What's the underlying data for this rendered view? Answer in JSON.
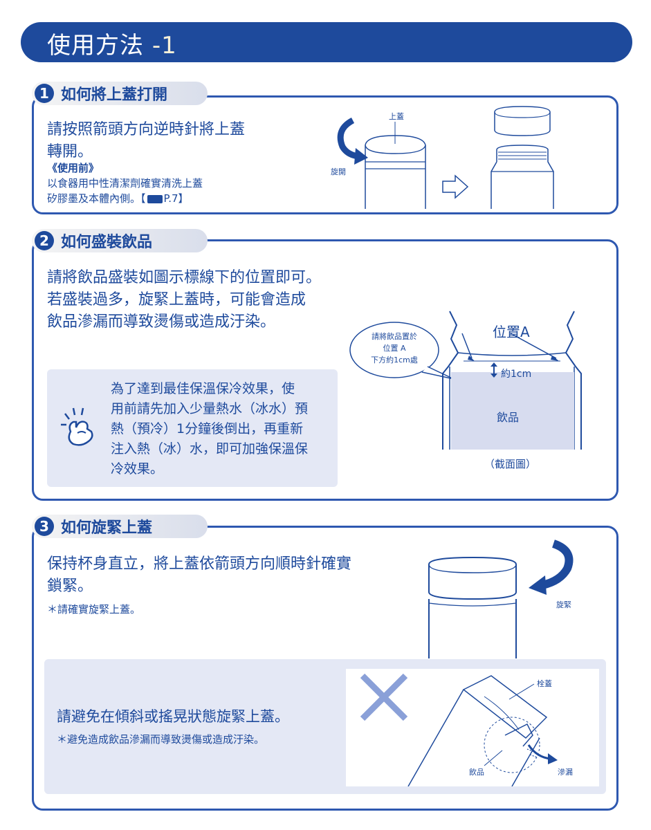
{
  "header": {
    "title": "使用方法",
    "suffix": "-1"
  },
  "section1": {
    "number": "1",
    "title": "如何將上蓋打開",
    "text_line1": "請按照箭頭方向逆時針將上蓋",
    "text_line2": "轉開。",
    "before_use": "《使用前》",
    "note_line1": "以食器用中性清潔劑確實清洗上蓋",
    "note_line2": "矽膠墨及本體內側。【",
    "note_ref": "P.7】",
    "label_lid": "上蓋",
    "label_open": "旋開"
  },
  "section2": {
    "number": "2",
    "title": "如何盛裝飲品",
    "text_line1": "請將飲品盛裝如圖示標線下的位置即可。",
    "text_line2": "若盛裝過多，旋緊上蓋時，可能會造成",
    "text_line3": "飲品滲漏而導致燙傷或造成汙染。",
    "bubble_line1": "請將飲品置於",
    "bubble_line2": "位置 A",
    "bubble_line3": "下方約1cm處",
    "position_label": "位置A",
    "distance_label": "約1cm",
    "drink_label": "飲品",
    "diagram_caption": "（截面圖）",
    "tip_line1": "為了達到最佳保溫保冷效果，使",
    "tip_line2": "用前請先加入少量熱水（冰水）預",
    "tip_line3": "熱（預冷）1分鐘後倒出，再重新",
    "tip_line4": "注入熱（冰）水，即可加強保溫保",
    "tip_line5": "冷效果。"
  },
  "section3": {
    "number": "3",
    "title": "如何旋緊上蓋",
    "text_line1": "保持杯身直立，將上蓋依箭頭方向順時針確實",
    "text_line2": "鎖緊。",
    "note": "＊請確實旋緊上蓋。",
    "label_tighten": "旋緊",
    "warning_title": "請避免在傾斜或搖晃狀態旋緊上蓋。",
    "warning_note": "＊避免造成飲品滲漏而導致燙傷或造成汙染。",
    "label_lid": "栓蓋",
    "label_drink": "飲品",
    "label_leak": "滲漏"
  },
  "colors": {
    "primary": "#1e4a9c",
    "border": "#2e58b0",
    "tip_bg": "#e4e8f5",
    "cross": "#8aa0d8"
  }
}
